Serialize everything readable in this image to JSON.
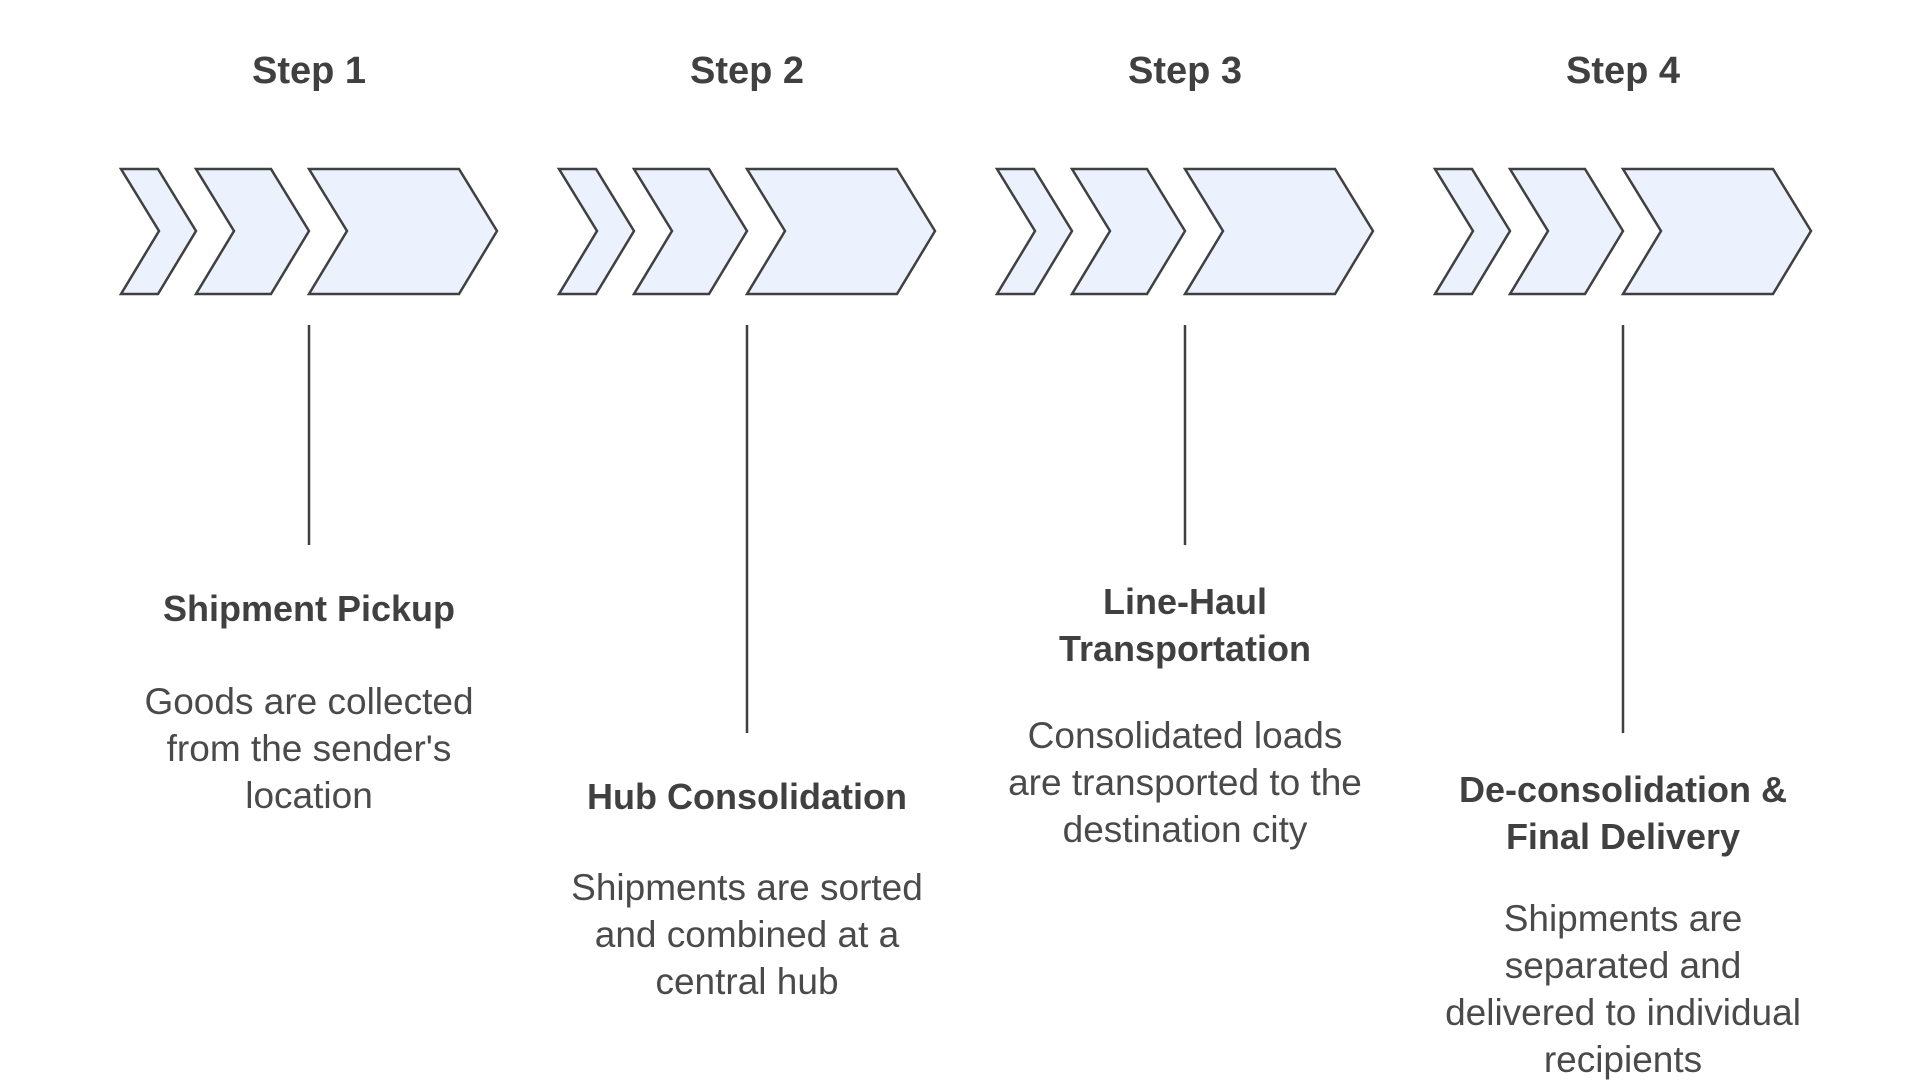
{
  "steps": [
    {
      "step_label": "Step 1",
      "title": "Shipment Pickup",
      "description": "Goods are collected from the sender's location"
    },
    {
      "step_label": "Step 2",
      "title": "Hub Consolidation",
      "description": "Shipments are sorted and combined at a central hub"
    },
    {
      "step_label": "Step 3",
      "title": "Line-Haul Transportation",
      "description": "Consolidated loads are transported to the destination city"
    },
    {
      "step_label": "Step 4",
      "title": "De-consolidation & Final Delivery",
      "description": "Shipments are separated and delivered to individual recipients"
    }
  ],
  "colors": {
    "chevron_fill": "#EBF1FD",
    "chevron_stroke": "#404040",
    "connector": "#404040",
    "label_text": "#404040",
    "desc_text": "#4a4a4a"
  },
  "icons": [
    "chevron-arrow-icon"
  ]
}
